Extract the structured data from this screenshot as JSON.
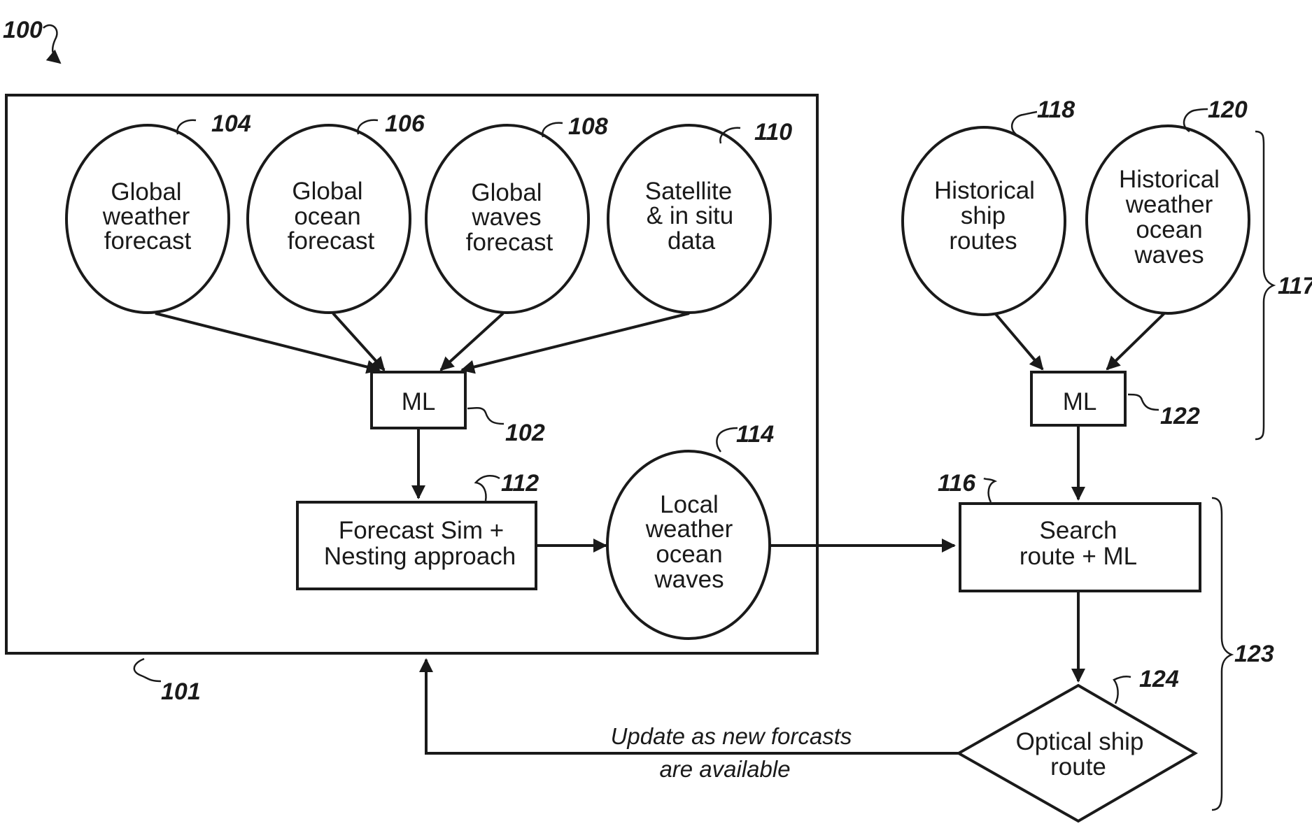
{
  "figure_ref": "100",
  "container": {
    "ref": "101"
  },
  "nodes": {
    "global_weather": {
      "lines": [
        "Global",
        "weather",
        "forecast"
      ],
      "ref": "104"
    },
    "global_ocean": {
      "lines": [
        "Global",
        "ocean",
        "forecast"
      ],
      "ref": "106"
    },
    "global_waves": {
      "lines": [
        "Global",
        "waves",
        "forecast"
      ],
      "ref": "108"
    },
    "satellite": {
      "lines": [
        "Satellite",
        "& in situ",
        "data"
      ],
      "ref": "110"
    },
    "ml_main": {
      "lines": [
        "ML"
      ],
      "ref": "102"
    },
    "forecast_sim": {
      "lines": [
        "Forecast Sim +",
        "Nesting approach"
      ],
      "ref": "112"
    },
    "local_weather": {
      "lines": [
        "Local",
        "weather",
        "ocean",
        "waves"
      ],
      "ref": "114"
    },
    "hist_routes": {
      "lines": [
        "Historical",
        "ship",
        "routes"
      ],
      "ref": "118"
    },
    "hist_weather": {
      "lines": [
        "Historical",
        "weather",
        "ocean",
        "waves"
      ],
      "ref": "120"
    },
    "ml_hist": {
      "lines": [
        "ML"
      ],
      "ref": "122"
    },
    "search_route": {
      "lines": [
        "Search",
        "route + ML"
      ],
      "ref": "116"
    },
    "optical_route": {
      "lines": [
        "Optical ship",
        "route"
      ],
      "ref": "124"
    }
  },
  "groups": {
    "historical_group": "117",
    "routing_group": "123"
  },
  "feedback_label": [
    "Update as new forcasts",
    "are available"
  ]
}
